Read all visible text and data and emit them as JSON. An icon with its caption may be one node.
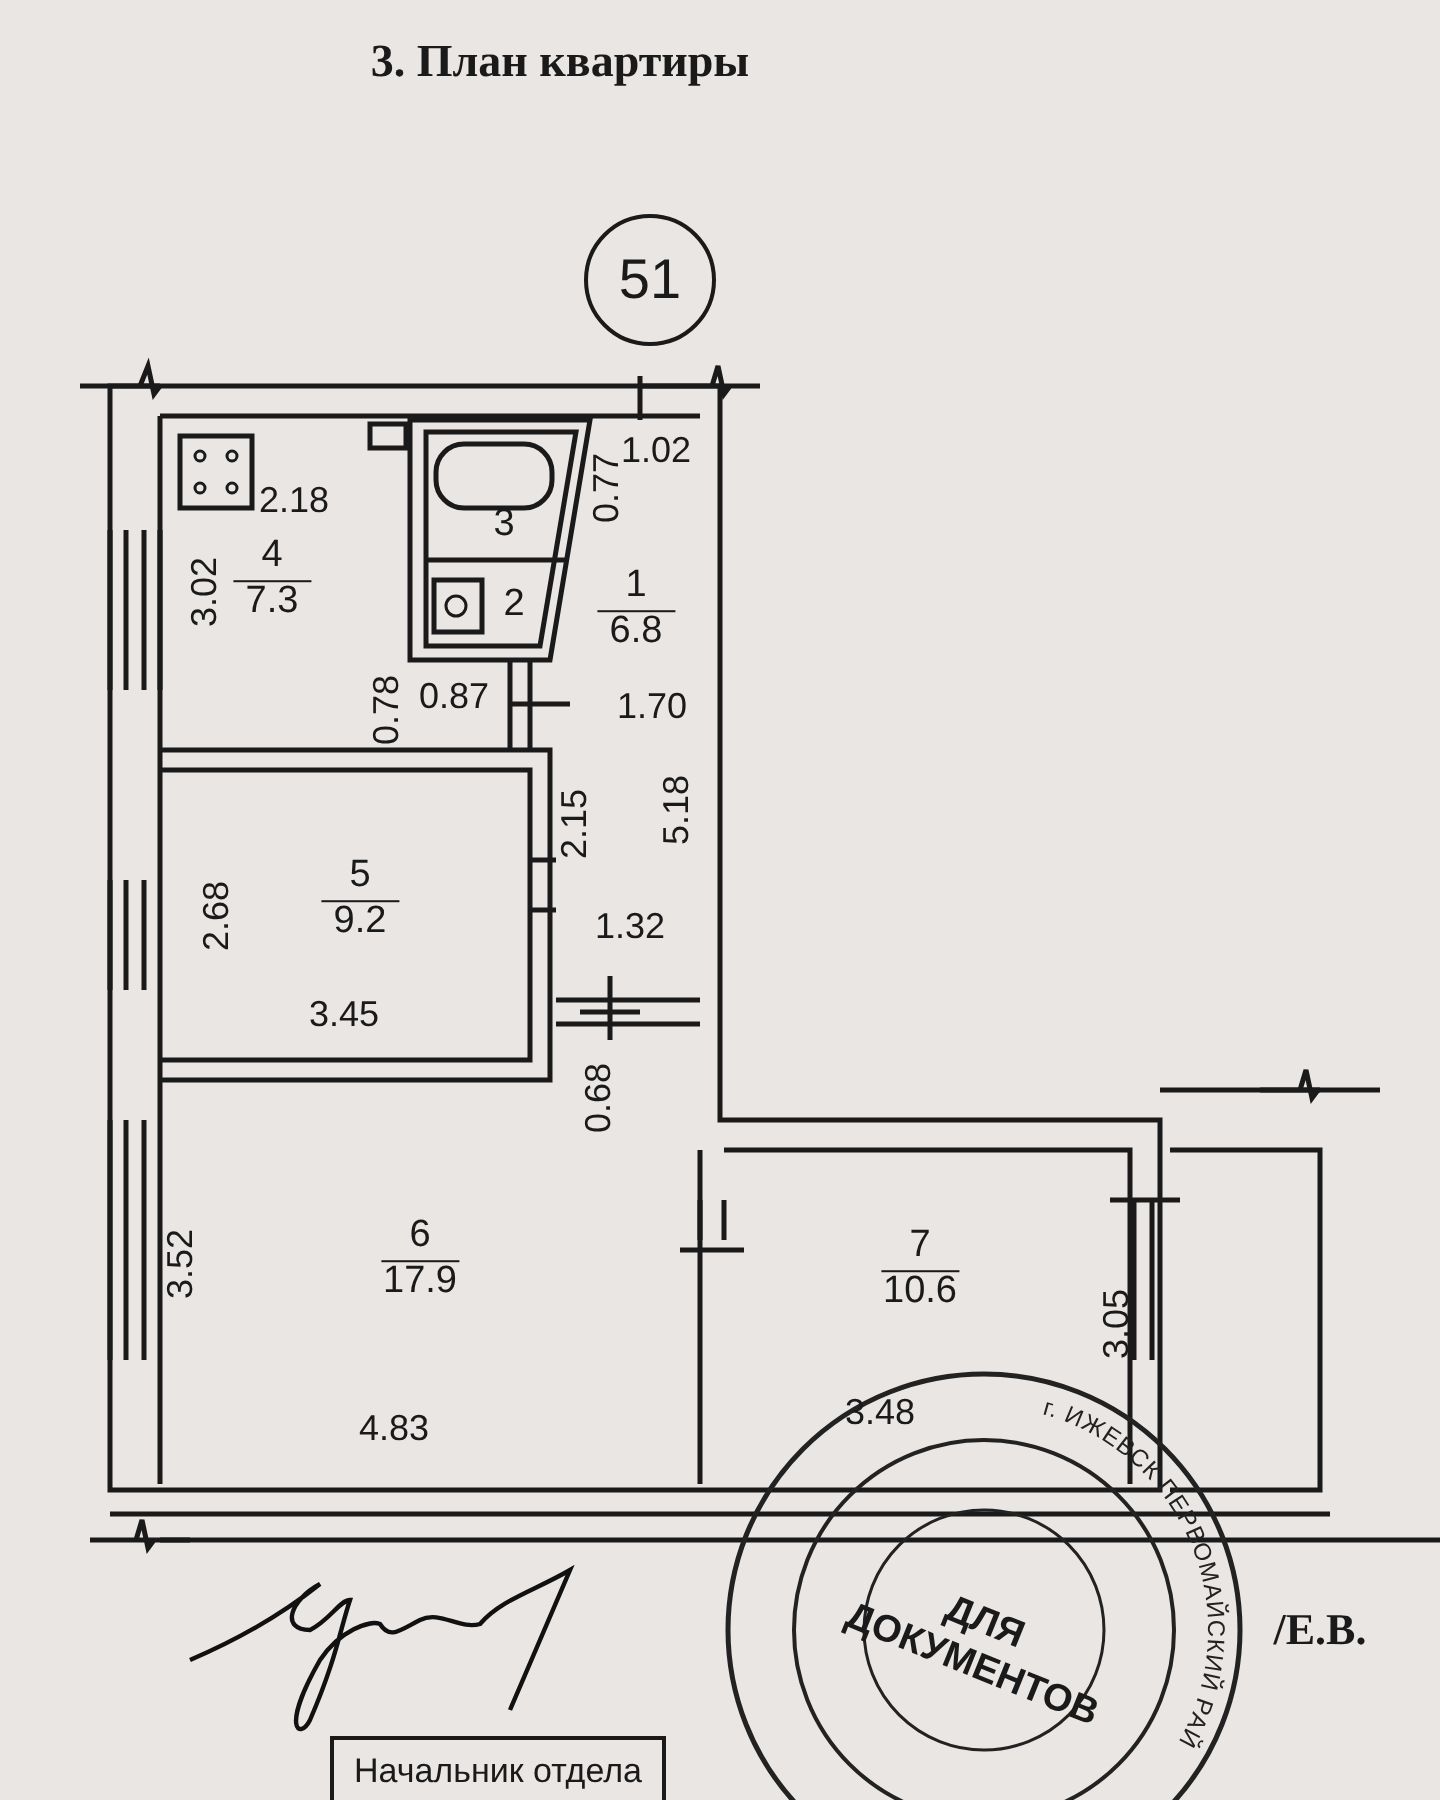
{
  "diagram": {
    "title": "3. План квартиры",
    "nodes": [
      {
        "text": [
          "51"
        ]
      },
      {
        "text": [
          "1",
          "6.8"
        ]
      },
      {
        "text": [
          "3"
        ]
      },
      {
        "text": [
          "2"
        ]
      },
      {
        "text": [
          "4",
          "7.3"
        ]
      },
      {
        "text": [
          "5",
          "9.2"
        ]
      },
      {
        "text": [
          "6",
          "17.9"
        ]
      },
      {
        "text": [
          "7",
          "10.6"
        ]
      }
    ],
    "labels": [
      "2.18",
      "3.02",
      "1.02",
      "0.77",
      "0.78",
      "0.87",
      "1.70",
      "2.15",
      "5.18",
      "2.68",
      "3.45",
      "1.32",
      "0.68",
      "3.52",
      "4.83",
      "3.05",
      "3.48",
      "ДЛЯ ДОКУМЕНТОВ",
      "г. ИЖЕВСК ПЕРВОМАЙСКИЙ РАЙ",
      "/Е.В.",
      "Начальник отдела"
    ]
  }
}
